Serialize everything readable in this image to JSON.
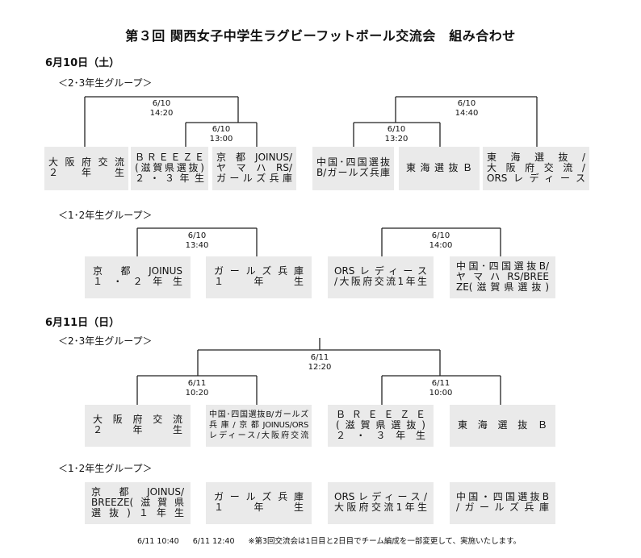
{
  "title": "第３回 関西女子中学生ラグビーフットボール交流会　組み合わせ",
  "day1": {
    "date": "6月10日（土）",
    "group23": {
      "label": "＜2･3年生グループ＞",
      "matches": [
        {
          "date": "6/10",
          "time": "14:20"
        },
        {
          "date": "6/10",
          "time": "13:00"
        },
        {
          "date": "6/10",
          "time": "13:20"
        },
        {
          "date": "6/10",
          "time": "14:40"
        }
      ],
      "teams": [
        {
          "lines": [
            "大阪府交流",
            "２　年　生"
          ]
        },
        {
          "lines": [
            "ＢＲＥＥＺＥ",
            "(滋賀県選抜)",
            "２・３年生"
          ]
        },
        {
          "lines": [
            "京都JOINUS/",
            "ヤマハRS/",
            "ガールズ兵庫"
          ]
        },
        {
          "lines": [
            "中国･四国選抜",
            "B/ガールズ兵庫"
          ]
        },
        {
          "lines": [
            "東海選抜Ｂ"
          ]
        },
        {
          "lines": [
            "東海選抜/",
            "大阪府交流/",
            "ORSレディース"
          ]
        }
      ]
    },
    "group12": {
      "label": "＜1･2年生グループ＞",
      "matches": [
        {
          "date": "6/10",
          "time": "13:40"
        },
        {
          "date": "6/10",
          "time": "14:00"
        }
      ],
      "teams": [
        {
          "lines": [
            "京都JOINUS",
            "１・２年生"
          ]
        },
        {
          "lines": [
            "ガールズ兵庫",
            "１　年　生"
          ]
        },
        {
          "lines": [
            "ORSレディース",
            "/大阪府交流1年生"
          ]
        },
        {
          "lines": [
            "中国･四国選抜B/",
            "ヤマハRS/BREE",
            "ZE(滋賀県選抜)"
          ]
        }
      ]
    }
  },
  "day2": {
    "date": "6月11日（日）",
    "group23": {
      "label": "＜2･3年生グループ＞",
      "matches": [
        {
          "date": "6/11",
          "time": "12:20"
        },
        {
          "date": "6/11",
          "time": "10:20"
        },
        {
          "date": "6/11",
          "time": "10:00"
        }
      ],
      "teams": [
        {
          "lines": [
            "大阪府交流",
            "２　年　生"
          ]
        },
        {
          "lines": [
            "中国･四国選抜B/ガールズ",
            "兵庫/京都JOINUS/ORS",
            "レディース/大阪府交流"
          ]
        },
        {
          "lines": [
            "ＢＲＥＥＺＥ",
            "(滋賀県選抜)",
            "２・３年生"
          ]
        },
        {
          "lines": [
            "東海選抜Ｂ"
          ]
        }
      ]
    },
    "group12": {
      "label": "＜1･2年生グループ＞",
      "teams": [
        {
          "lines": [
            "京都JOINUS/",
            "BREEZE(滋賀県",
            "選抜)１年生"
          ]
        },
        {
          "lines": [
            "ガールズ兵庫",
            "１　年　生"
          ]
        },
        {
          "lines": [
            "ORSレディース/",
            "大阪府交流1年生"
          ]
        },
        {
          "lines": [
            "中国・四国選抜B",
            "/ガールズ兵庫"
          ]
        }
      ]
    }
  },
  "footer": {
    "time1": "6/11 10:40",
    "time2": "6/11 12:40",
    "note": "※第3回交流会は1日目と2日目でチーム編成を一部変更して、実施いたします。"
  }
}
